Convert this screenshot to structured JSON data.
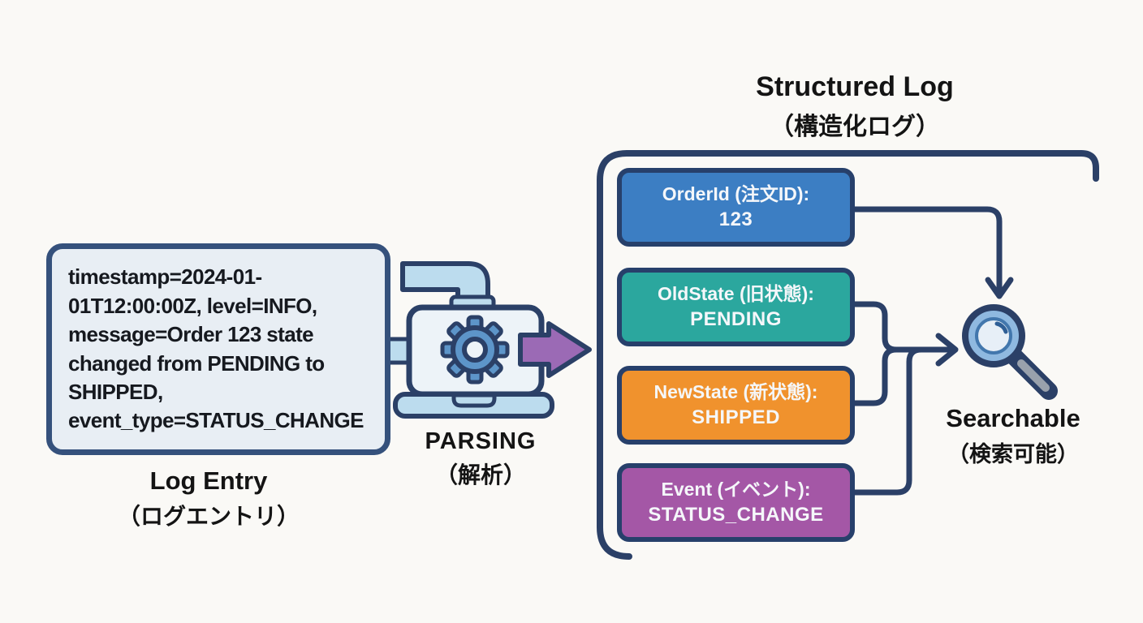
{
  "background_color": "#faf9f6",
  "line_color": "#2b4067",
  "log_entry": {
    "text": "timestamp=2024-01-\n01T12:00:00Z, level=INFO,\nmessage=Order 123 state\nchanged from PENDING to\nSHIPPED,\nevent_type=STATUS_CHANGE",
    "label_en": "Log Entry",
    "label_ja": "（ログエントリ）"
  },
  "parsing": {
    "label_en": "PARSING",
    "label_ja": "（解析）",
    "icon": "gear-laptop-pipe-machine-icon",
    "input_arrow_color": "#bcdcee",
    "output_arrow_color": "#9b6ab5"
  },
  "structured_log": {
    "title_en": "Structured Log",
    "title_ja": "（構造化ログ）",
    "fields": [
      {
        "label": "OrderId (注文ID):",
        "value": "123",
        "color": "#3c7ec3"
      },
      {
        "label": "OldState (旧状態):",
        "value": "PENDING",
        "color": "#2ba79e"
      },
      {
        "label": "NewState (新状態):",
        "value": "SHIPPED",
        "color": "#f0922d"
      },
      {
        "label": "Event (イベント):",
        "value": "STATUS_CHANGE",
        "color": "#a457a6"
      }
    ]
  },
  "searchable": {
    "label_en": "Searchable",
    "label_ja": "（検索可能）",
    "icon": "magnifier-icon"
  }
}
